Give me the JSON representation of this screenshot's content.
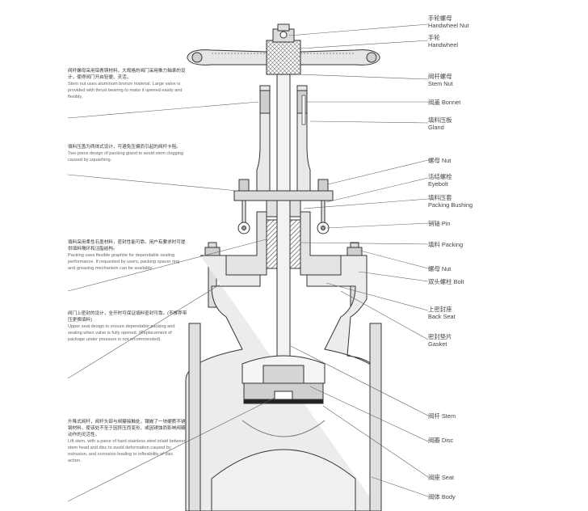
{
  "labels": {
    "handwheel_nut": {
      "zh": "手轮螺母",
      "en": "Handwheel Nut"
    },
    "handwheel": {
      "zh": "手轮",
      "en": "Handwheel"
    },
    "stem_nut": {
      "zh": "阀杆螺母",
      "en": "Stem Nut"
    },
    "bonnet": {
      "zh": "阀盖",
      "en": "Bonnet"
    },
    "gland": {
      "zh": "填料压板",
      "en": "Gland"
    },
    "nut": {
      "zh": "螺母",
      "en": "Nut"
    },
    "eyebolt": {
      "zh": "活结螺栓",
      "en": "Eyebolt"
    },
    "packing_bushing": {
      "zh": "填料压套",
      "en": "Packing Bushing"
    },
    "pin": {
      "zh": "销轴",
      "en": "Pin"
    },
    "packing": {
      "zh": "填料",
      "en": "Packing"
    },
    "nut2": {
      "zh": "螺母",
      "en": "Nut"
    },
    "bolt": {
      "zh": "双头螺柱",
      "en": "Bolt"
    },
    "back_seat": {
      "zh": "上密封座",
      "en": "Back Seat"
    },
    "gasket": {
      "zh": "密封垫片",
      "en": "Gasket"
    },
    "stem": {
      "zh": "阀杆",
      "en": "Stem"
    },
    "disc": {
      "zh": "阀瓣",
      "en": "Disc"
    },
    "seat": {
      "zh": "阀座",
      "en": "Seat"
    },
    "body": {
      "zh": "阀体",
      "en": "Body"
    }
  },
  "notes": {
    "stem_nut_note": {
      "zh": "阀杆螺母采用铝青铜材料，大规格的阀门采用推力轴承的设计，使得阀门开启轻便、灵活。",
      "en": "Stem nut uses aluminum bronze material. Large valve is provided with thrust bearing to make it opened easily and flexibly."
    },
    "gland_note": {
      "zh": "填料压盖为两体式设计，可避免压偏而引起的阀杆卡阻。",
      "en": "Two-piece design of packing gland to avoid stem clogging caused by squashing."
    },
    "packing_note": {
      "zh": "填料采用柔性石墨材料，密封性能可靠。用户有要求时可提供填料隔环和注脂结构。",
      "en": "Packing uses flexible graphite for dependable sealing performance. If requested by users, packing spacer ring and greasing mechanism can be available."
    },
    "upper_seal_note": {
      "zh": "阀门上密封的设计，全开时可保证填料密封可靠。(不推荐带压更换填料)",
      "en": "Upper seal design to ensure dependable packing and sealing when valve is fully opened. (Replacement of package under pressure is not recommended)."
    },
    "lift_stem_note": {
      "zh": "升降式阀杆，阀杆头部与阀瓣接触处，镶嵌了一块硬质不锈钢材料，使该处不至于因挤压而变形，或因锈蚀而影响阀瓣动作的灵活性。",
      "en": "Lift stem, with a piece of hard stainless steel inlaid between stem head and disc to avoid deformation caused by extrusion, and corrosion leading to inflexibility of disc action."
    }
  }
}
